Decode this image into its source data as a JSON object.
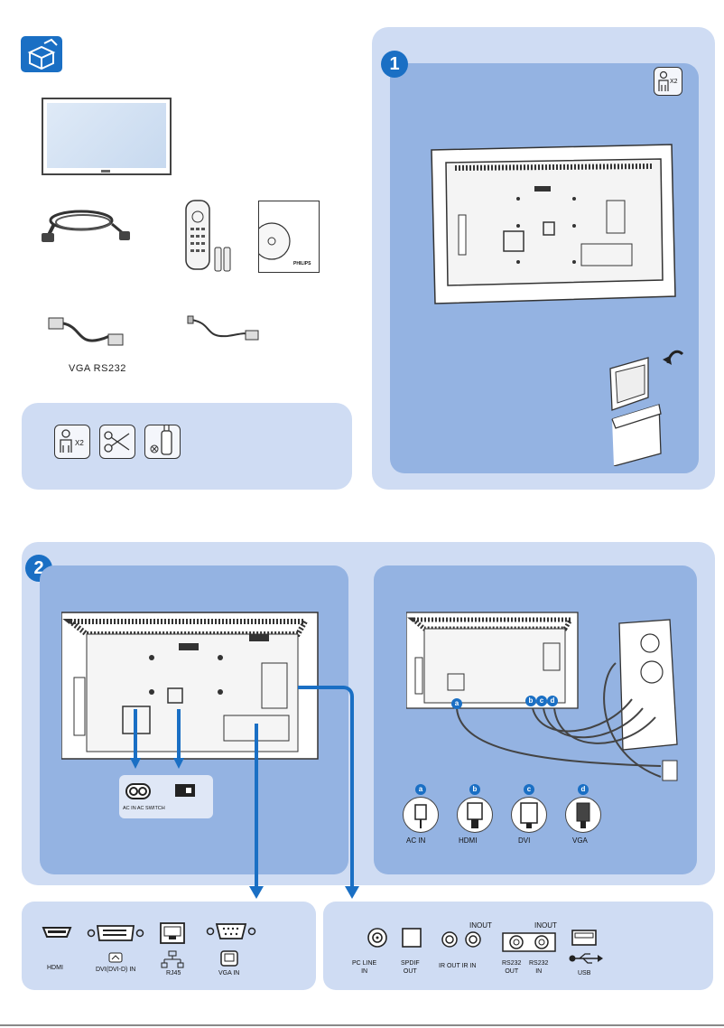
{
  "colors": {
    "accent": "#1a6fc4",
    "panel_light": "#cfdcf3",
    "panel_mid": "#a9c1e8",
    "panel_inner": "#94b3e2"
  },
  "box_contents": {
    "cables_label": "VGA RS232",
    "cd_brand": "PHILIPS"
  },
  "tools": {
    "persons_label": "X2"
  },
  "step1": {
    "number": "1",
    "persons_label": "X2"
  },
  "step2": {
    "number": "2",
    "ac_label": "AC IN AC SWITCH",
    "connectors": [
      {
        "letter": "a",
        "label": "AC IN"
      },
      {
        "letter": "b",
        "label": "HDMI"
      },
      {
        "letter": "c",
        "label": "DVI"
      },
      {
        "letter": "d",
        "label": "VGA"
      }
    ]
  },
  "ports_left": {
    "hdmi": "HDMI",
    "dvi": "DVI(DVI-D) IN",
    "rj45": "RJ45",
    "vga": "VGA IN"
  },
  "ports_right": {
    "pc_line": "PC LINE\nIN",
    "spdif": "SPDIF\nOUT",
    "ir": "IR OUT IR IN",
    "ir_top": "INOUT",
    "rs232_top": "INOUT",
    "rs232_out": "RS232\nOUT",
    "rs232_in": "RS232\nIN",
    "usb": "USB"
  }
}
